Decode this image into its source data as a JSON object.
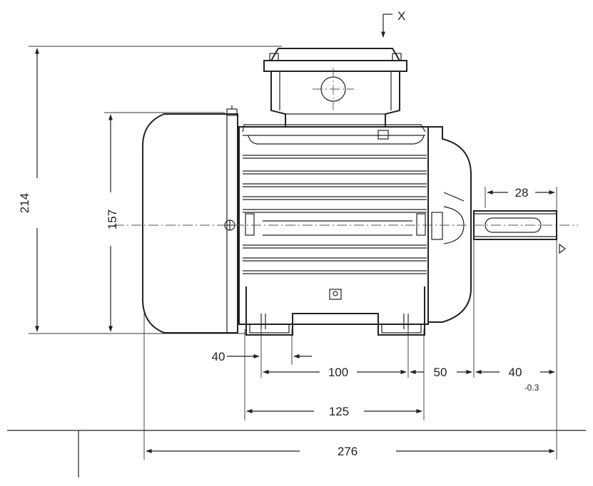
{
  "view_marker": {
    "label": "X"
  },
  "dimensions": {
    "total_height": "214",
    "body_height": "157",
    "shaft_length": "28",
    "foot_width": "40",
    "foot_spacing": "100",
    "shaft_offset": "50",
    "shaft_end": "40",
    "shaft_end_tolerance": "-0.3",
    "base_length": "125",
    "total_length": "276"
  },
  "colors": {
    "line": "#222222",
    "background": "#ffffff"
  }
}
